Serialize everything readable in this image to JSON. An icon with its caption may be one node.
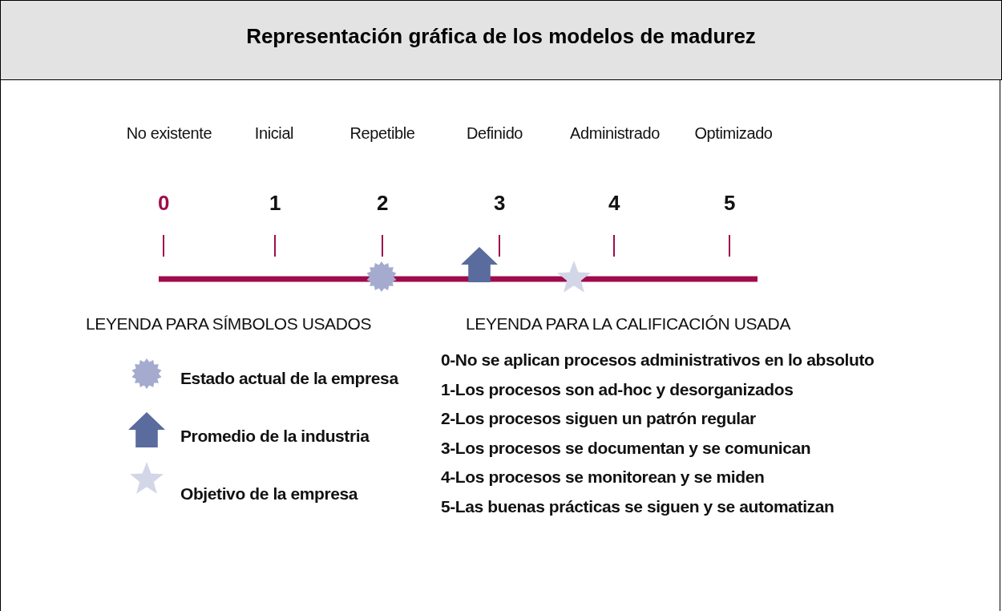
{
  "diagram": {
    "title": "Representación gráfica de los modelos de madurez",
    "labels": [
      "No existente",
      "Inicial",
      "Repetible",
      "Definido",
      "Administrado",
      "Optimizado",
      "0",
      "1",
      "2",
      "3",
      "4",
      "5",
      "LEYENDA PARA SÍMBOLOS USADOS",
      "LEYENDA PARA LA CALIFICACIÓN USADA",
      "0-No se aplican procesos administrativos en lo absoluto",
      "1-Los procesos son ad-hoc y desorganizados",
      "2-Los procesos siguen un patrón regular",
      "3-Los procesos se documentan y se comunican",
      "4-Los procesos se monitorean y se miden",
      "5-Las buenas prácticas se siguen y se automatizan"
    ],
    "legend": [
      {
        "text": "Estado actual de la empresa"
      },
      {
        "text": "Promedio de la industria"
      },
      {
        "text": "Objetivo de la empresa"
      }
    ]
  }
}
